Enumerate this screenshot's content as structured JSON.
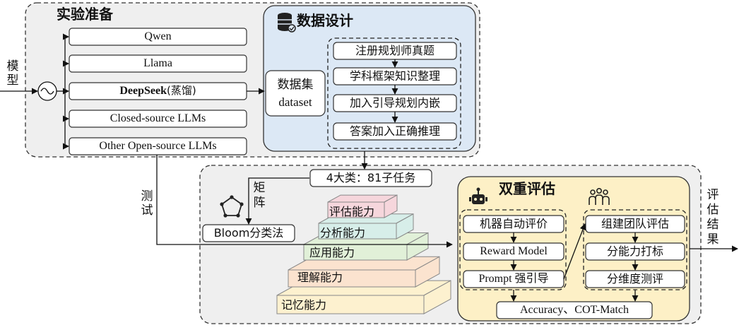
{
  "prep": {
    "title": "实验准备",
    "models_label": [
      "模",
      "型"
    ],
    "models": [
      "Qwen",
      "Llama",
      "DeepSeek",
      "Closed-source LLMs",
      "Other Open-source LLMs"
    ],
    "deepseek_suffix": "(蒸馏)"
  },
  "data_design": {
    "title": "数据设计",
    "dataset_lines": [
      "数据集",
      "dataset"
    ],
    "steps": [
      "注册规划师真题",
      "学科框架知识整理",
      "加入引导规划内嵌",
      "答案加入正确推理"
    ]
  },
  "test_label": [
    "测",
    "试"
  ],
  "matrix_label": [
    "矩",
    "阵"
  ],
  "task_box": "4大类：81子任务",
  "bloom": "Bloom分类法",
  "pyramid": [
    "评估能力",
    "分析能力",
    "应用能力",
    "理解能力",
    "记忆能力"
  ],
  "dual_eval": {
    "title": "双重评估",
    "left_steps": [
      "机器自动评价",
      "Reward Model",
      "Prompt 强引导"
    ],
    "right_steps": [
      "组建团队评估",
      "分能力打标",
      "分维度测评"
    ],
    "metrics": "Accuracy、COT-Match"
  },
  "result_label": [
    "评",
    "估",
    "结",
    "果"
  ],
  "colors": {
    "data_fill": "#dce8f5",
    "eval_fill": "#fdf0c6",
    "pyramid": [
      "#f6d6dc",
      "#d7eee9",
      "#e1f0d8",
      "#fbe3cf",
      "#fdf1cf"
    ]
  }
}
